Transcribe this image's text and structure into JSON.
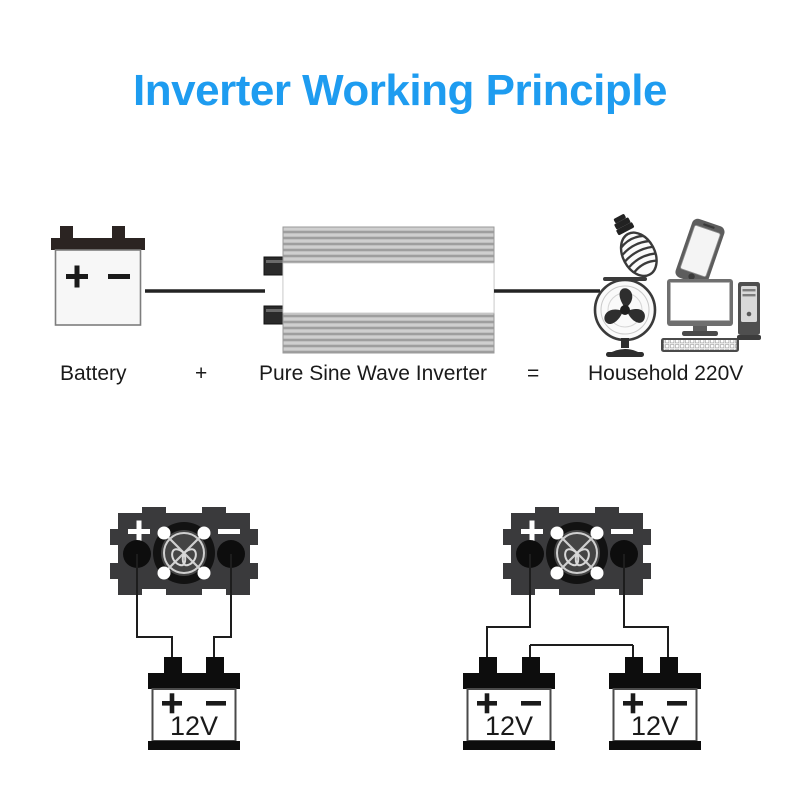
{
  "page": {
    "title": "Inverter Working Principle",
    "title_color": "#1e9cf0",
    "background_color": "#ffffff"
  },
  "equation_row": {
    "battery_label": "Battery",
    "plus_symbol": "+",
    "inverter_label": "Pure Sine Wave Inverter",
    "equals_symbol": "=",
    "output_label": "Household 220V"
  },
  "top_diagram": {
    "battery": {
      "positive_symbol": "+",
      "negative_symbol": "–",
      "body_color": "#f7f7f7",
      "cap_color": "#2b2422"
    },
    "inverter": {
      "heatsink_color": "#a8a8a8",
      "body_color": "#ffffff",
      "terminal_color": "#2a2a2a"
    },
    "appliances": [
      {
        "name": "cfl-bulb-icon",
        "label": "CFL Light Bulb"
      },
      {
        "name": "smartphone-icon",
        "label": "Smartphone"
      },
      {
        "name": "fan-icon",
        "label": "Electric Fan"
      },
      {
        "name": "monitor-icon",
        "label": "Computer Monitor"
      },
      {
        "name": "keyboard-icon",
        "label": "Keyboard"
      },
      {
        "name": "pc-tower-icon",
        "label": "PC Tower"
      }
    ]
  },
  "wiring_diagrams": [
    {
      "id": "single-battery",
      "inverter_panel": {
        "positive_symbol": "+",
        "negative_symbol": "–",
        "panel_color": "#3a3a3c",
        "fan_color": "#121212"
      },
      "batteries": [
        {
          "positive_symbol": "+",
          "negative_symbol": "-",
          "voltage": "12V"
        }
      ]
    },
    {
      "id": "dual-battery-parallel",
      "inverter_panel": {
        "positive_symbol": "+",
        "negative_symbol": "–",
        "panel_color": "#3a3a3c",
        "fan_color": "#121212"
      },
      "batteries": [
        {
          "positive_symbol": "+",
          "negative_symbol": "-",
          "voltage": "12V"
        },
        {
          "positive_symbol": "+",
          "negative_symbol": "-",
          "voltage": "12V"
        }
      ]
    }
  ]
}
